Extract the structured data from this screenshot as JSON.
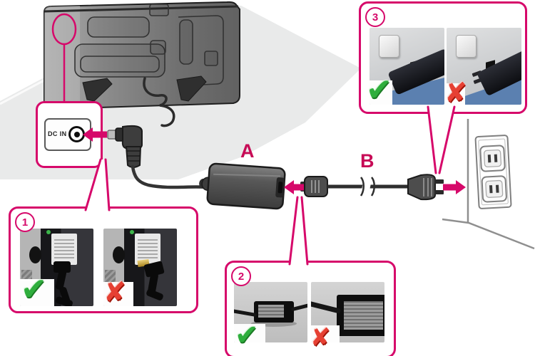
{
  "accent": {
    "magenta": "#d6086a",
    "letter_color": "#c70b56",
    "check_green": "#2fae3d",
    "cross_red": "#e64033"
  },
  "connection": {
    "port_label": "DC IN",
    "adapter_letter": "A",
    "cord_letter": "B"
  },
  "callouts": [
    {
      "number": "1"
    },
    {
      "number": "2"
    },
    {
      "number": "3"
    }
  ],
  "icons": {
    "check": "✔",
    "cross": "✘"
  }
}
